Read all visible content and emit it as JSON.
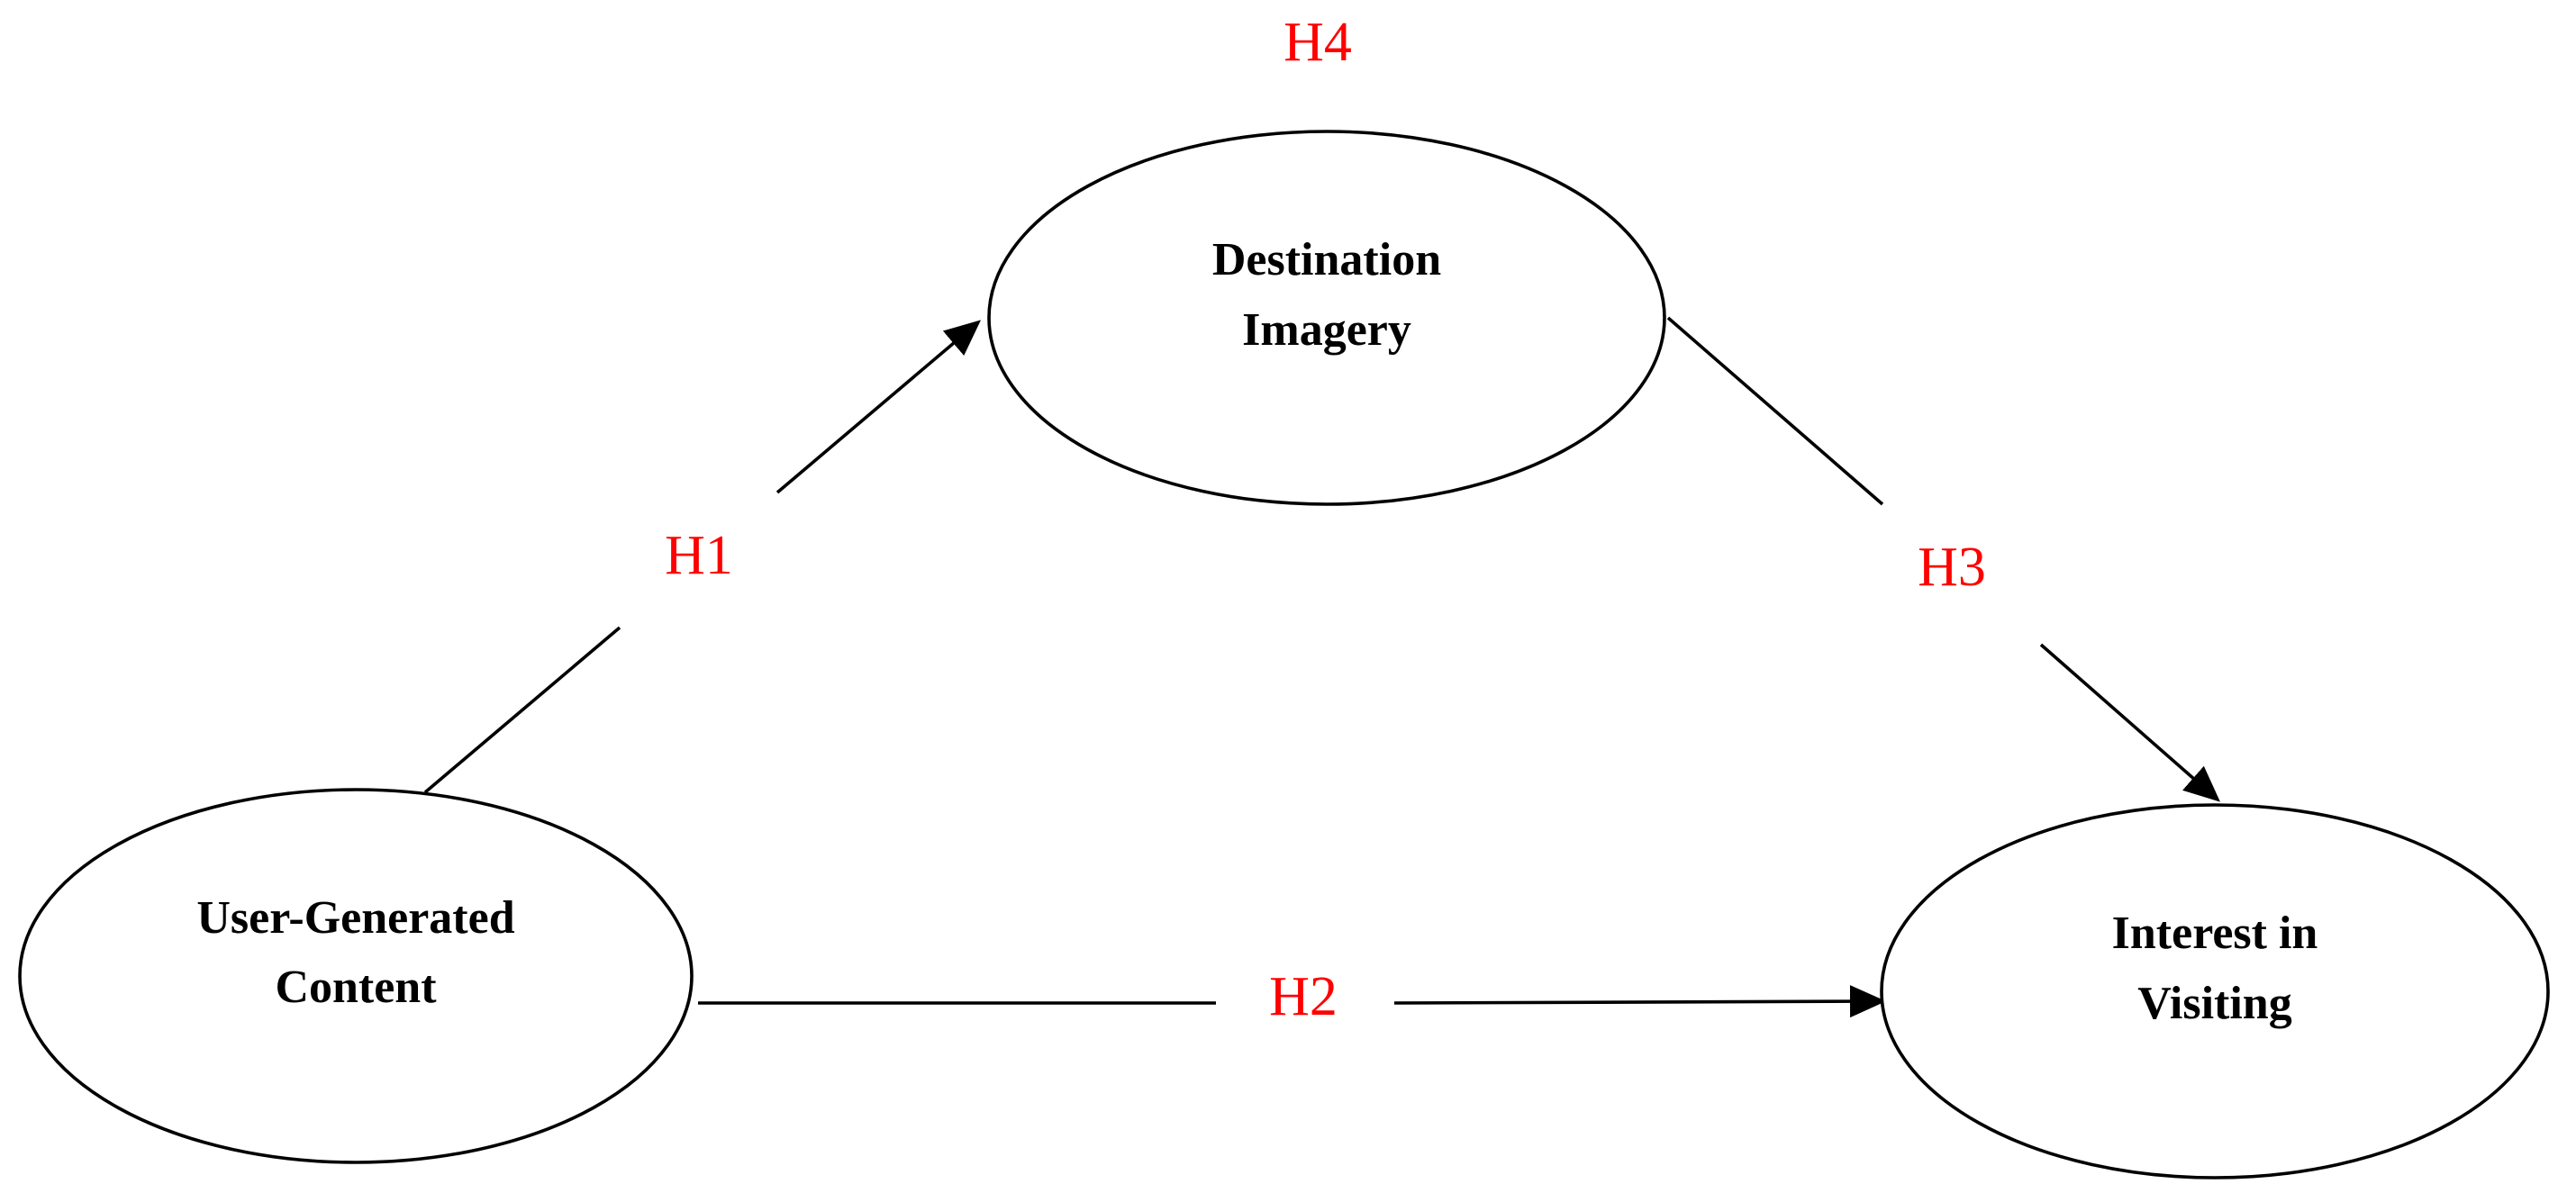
{
  "colors": {
    "hypothesis": "#ff0000",
    "node_stroke": "#000000",
    "edge": "#000000",
    "background": "#ffffff"
  },
  "nodes": {
    "destination_imagery": {
      "line1": "Destination",
      "line2": "Imagery"
    },
    "user_generated_content": {
      "line1": "User-Generated",
      "line2": "Content"
    },
    "interest_in_visiting": {
      "line1": "Interest in",
      "line2": "Visiting"
    }
  },
  "hypotheses": {
    "h1": "H1",
    "h2": "H2",
    "h3": "H3",
    "h4": "H4"
  }
}
